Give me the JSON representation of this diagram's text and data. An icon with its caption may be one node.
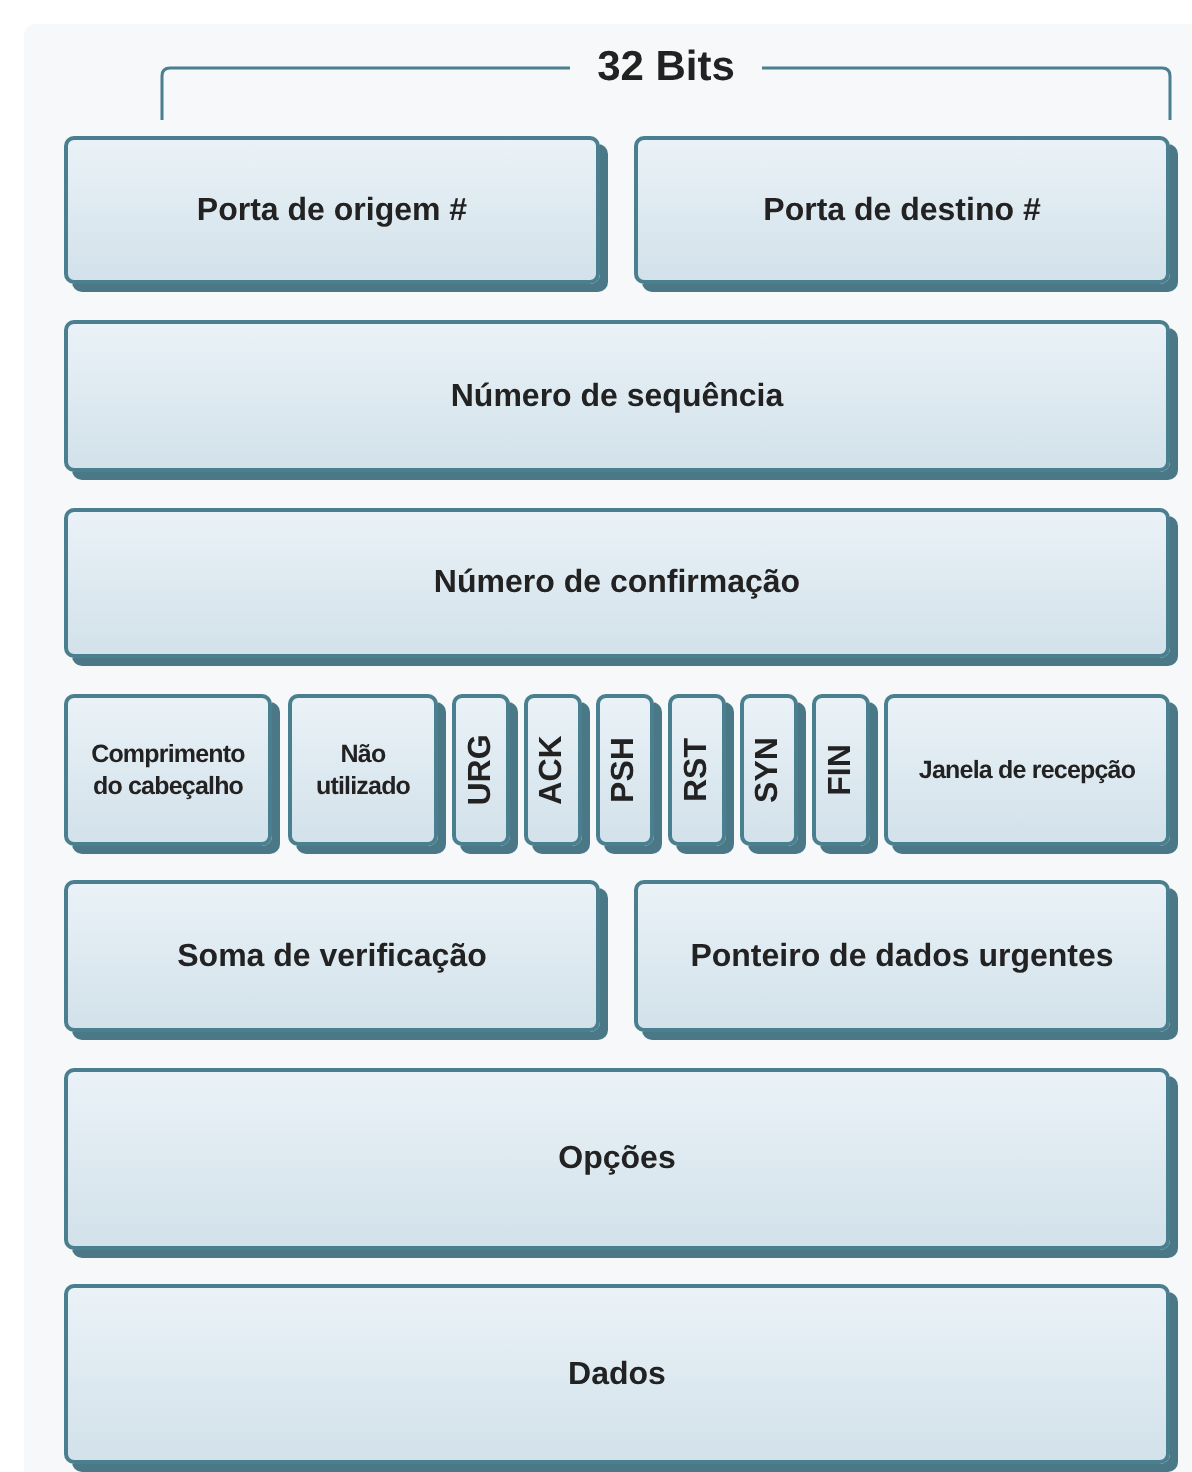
{
  "diagram": {
    "nodes": [
      {
        "text": [
          "Porta de origem #"
        ]
      },
      {
        "text": [
          "Porta de destino #"
        ]
      },
      {
        "text": [
          "Número de sequência"
        ]
      },
      {
        "text": [
          "Número de confirmação"
        ]
      },
      {
        "text": [
          "Comprimento do cabeçalho"
        ]
      },
      {
        "text": [
          "Não utilizado"
        ]
      },
      {
        "text": [
          "URG"
        ]
      },
      {
        "text": [
          "ACK"
        ]
      },
      {
        "text": [
          "PSH"
        ]
      },
      {
        "text": [
          "RST"
        ]
      },
      {
        "text": [
          "SYN"
        ]
      },
      {
        "text": [
          "FIN"
        ]
      },
      {
        "text": [
          "Janela de recepção"
        ]
      },
      {
        "text": [
          "Soma de verificação"
        ]
      },
      {
        "text": [
          "Ponteiro de dados urgentes"
        ]
      },
      {
        "text": [
          "Opções"
        ]
      },
      {
        "text": [
          "Dados"
        ]
      }
    ],
    "labels": [
      "32 Bits"
    ]
  }
}
